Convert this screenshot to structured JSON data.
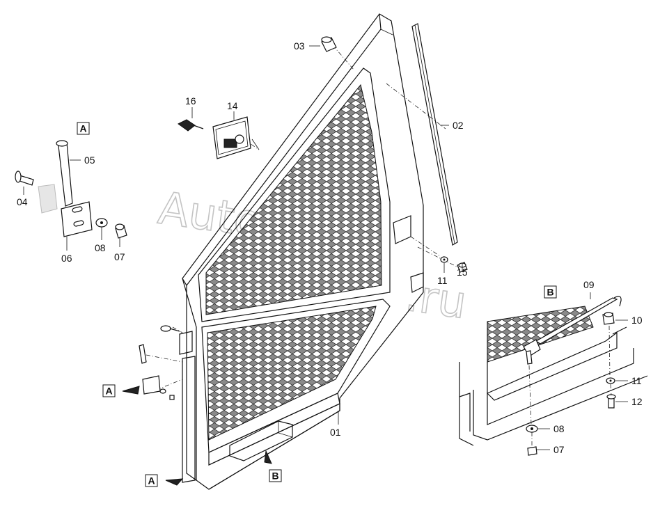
{
  "watermark": {
    "line1": "Auto-Soft",
    "line2": ".ru"
  },
  "view_labels": {
    "a": "A",
    "b": "B"
  },
  "callouts": {
    "p01": "01",
    "p02": "02",
    "p03": "03",
    "p04": "04",
    "p05": "05",
    "p06": "06",
    "p07": "07",
    "p08": "08",
    "p09": "09",
    "p10": "10",
    "p11": "11",
    "p12": "12",
    "p14": "14",
    "p15": "15",
    "p16": "16"
  }
}
